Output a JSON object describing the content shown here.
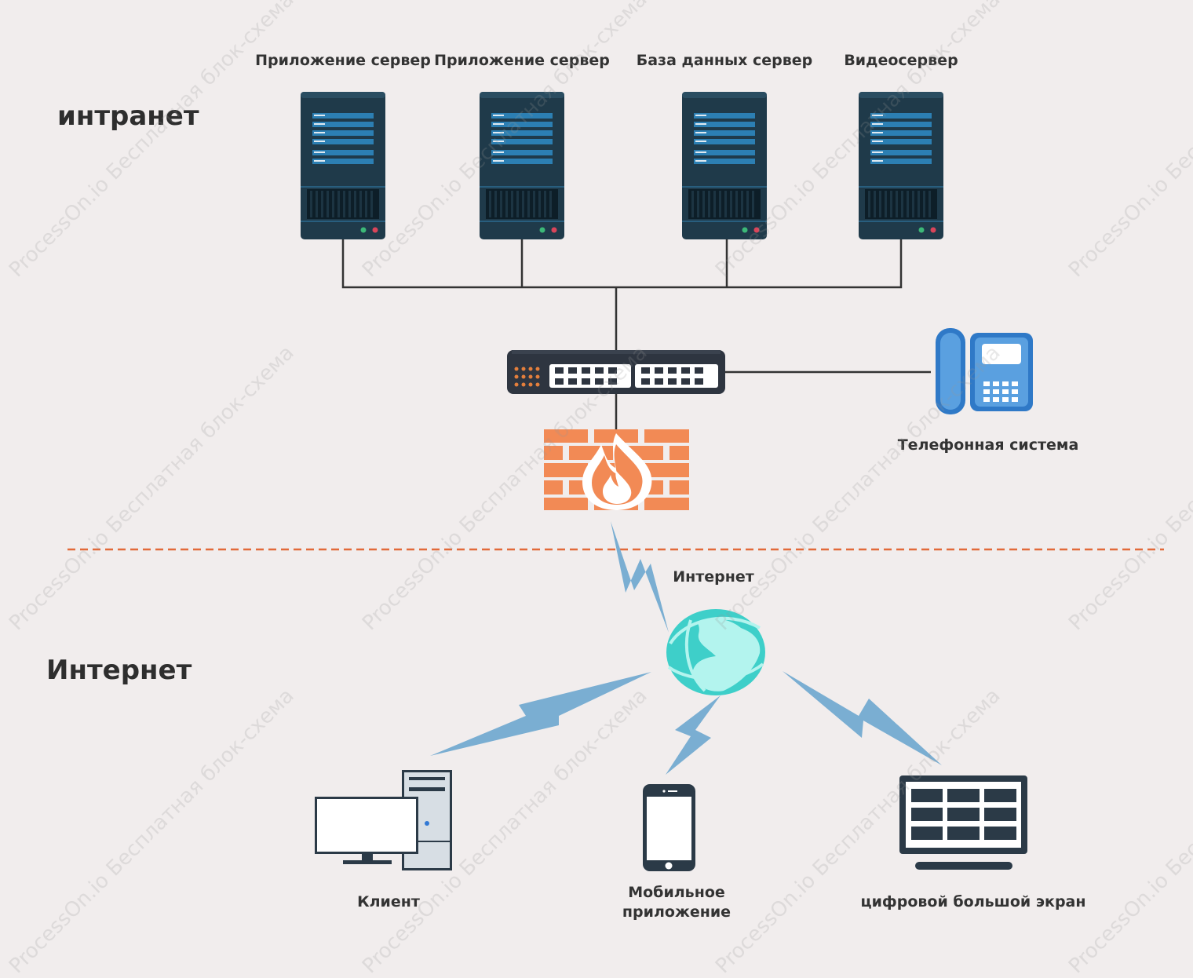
{
  "zones": {
    "intranet": "интранет",
    "internet": "Интернет"
  },
  "nodes": {
    "app_server_1": "Приложение сервер",
    "app_server_2": "Приложение сервер",
    "db_server": "База данных сервер",
    "video_server": "Видеосервер",
    "phone_system": "Телефонная система",
    "internet_cloud": "Интернет",
    "client": "Клиент",
    "mobile_app_line1": "Мобильное",
    "mobile_app_line2": "приложение",
    "digital_screen": "цифровой большой экран"
  },
  "watermark": "ProcessOn.io Бесплатная блок-схема",
  "colors": {
    "background": "#f1eded",
    "server_body": "#1f3a4a",
    "server_stripe": "#2c7fb3",
    "firewall": "#f28a55",
    "divider": "#e26a3a",
    "lightning": "#7aaed2",
    "globe": "#3ecfc9",
    "phone": "#2f79c7",
    "dark_device": "#2b3a47"
  },
  "icons": [
    "server-icon",
    "switch-icon",
    "phone-icon",
    "firewall-icon",
    "globe-icon",
    "desktop-icon",
    "smartphone-icon",
    "display-wall-icon"
  ]
}
